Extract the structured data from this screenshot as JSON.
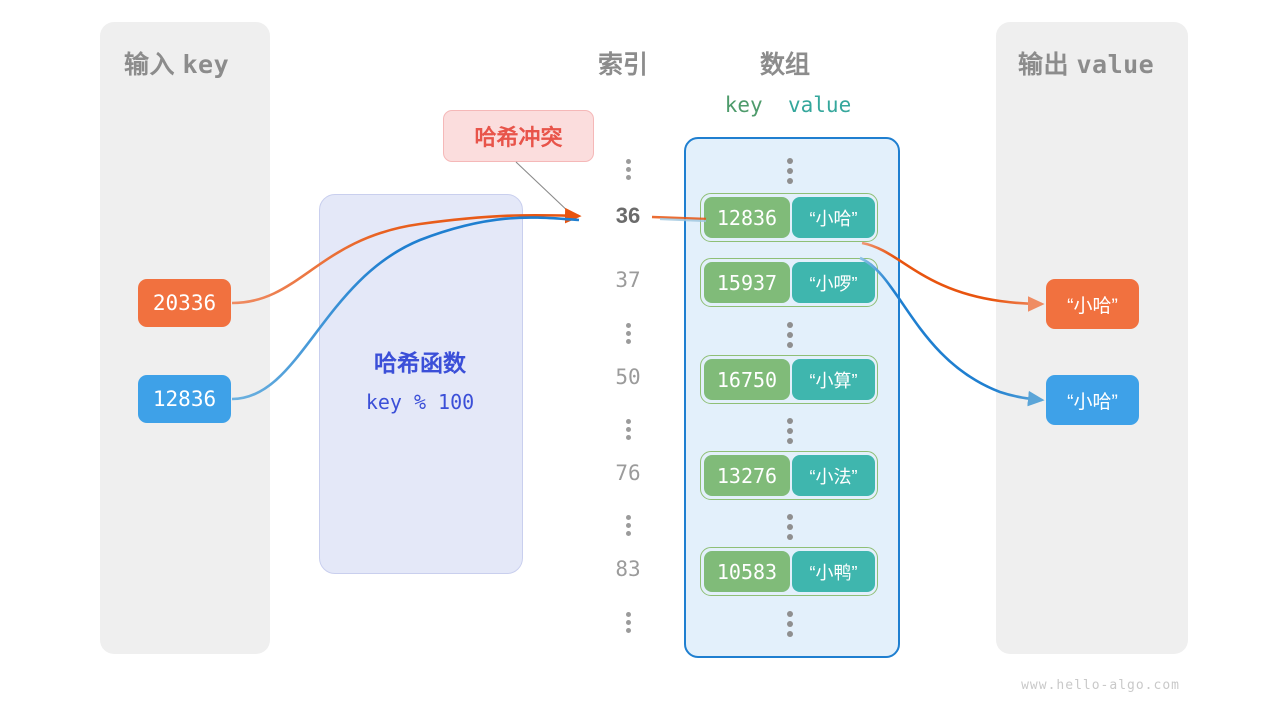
{
  "panels": {
    "input": {
      "title_cjk": "输入",
      "title_mono": "key"
    },
    "output": {
      "title_cjk": "输出",
      "title_mono": "value"
    }
  },
  "headings": {
    "index": "索引",
    "array": "数组",
    "key": "key",
    "value": "value"
  },
  "hash_function": {
    "title": "哈希函数",
    "formula": "key % 100"
  },
  "collision": {
    "label": "哈希冲突"
  },
  "input_keys": [
    {
      "value": "20336",
      "color": "#f1713f"
    },
    {
      "value": "12836",
      "color": "#3ea1e8"
    }
  ],
  "output_values": [
    {
      "value": "“小哈”",
      "color": "#f1713f"
    },
    {
      "value": "“小哈”",
      "color": "#3ea1e8"
    }
  ],
  "index_column": [
    {
      "kind": "dots"
    },
    {
      "kind": "index",
      "label": "36",
      "highlighted": true
    },
    {
      "kind": "index",
      "label": "37",
      "highlighted": false
    },
    {
      "kind": "dots"
    },
    {
      "kind": "index",
      "label": "50",
      "highlighted": false
    },
    {
      "kind": "dots"
    },
    {
      "kind": "index",
      "label": "76",
      "highlighted": false
    },
    {
      "kind": "dots"
    },
    {
      "kind": "index",
      "label": "83",
      "highlighted": false
    },
    {
      "kind": "dots"
    }
  ],
  "buckets": [
    {
      "key": "12836",
      "value": "“小哈”"
    },
    {
      "key": "15937",
      "value": "“小啰”"
    },
    {
      "key": "16750",
      "value": "“小算”"
    },
    {
      "key": "13276",
      "value": "“小法”"
    },
    {
      "key": "10583",
      "value": "“小鸭”"
    }
  ],
  "colors": {
    "panel_bg": "#efefef",
    "array_bg": "#e3f0fb",
    "array_border": "#1f7fd0",
    "key_cell": "#80bb79",
    "value_cell": "#3fb6ae",
    "pair_border": "#8fbf76",
    "hash_bg": "#e4e8f8",
    "hash_text": "#3b4fd8",
    "collision_bg": "#fbdddd",
    "collision_text": "#e8544a",
    "orange": "#f1713f",
    "blue": "#3ea1e8",
    "muted_text": "#8c8c8c"
  },
  "watermark": "www.hello-algo.com"
}
